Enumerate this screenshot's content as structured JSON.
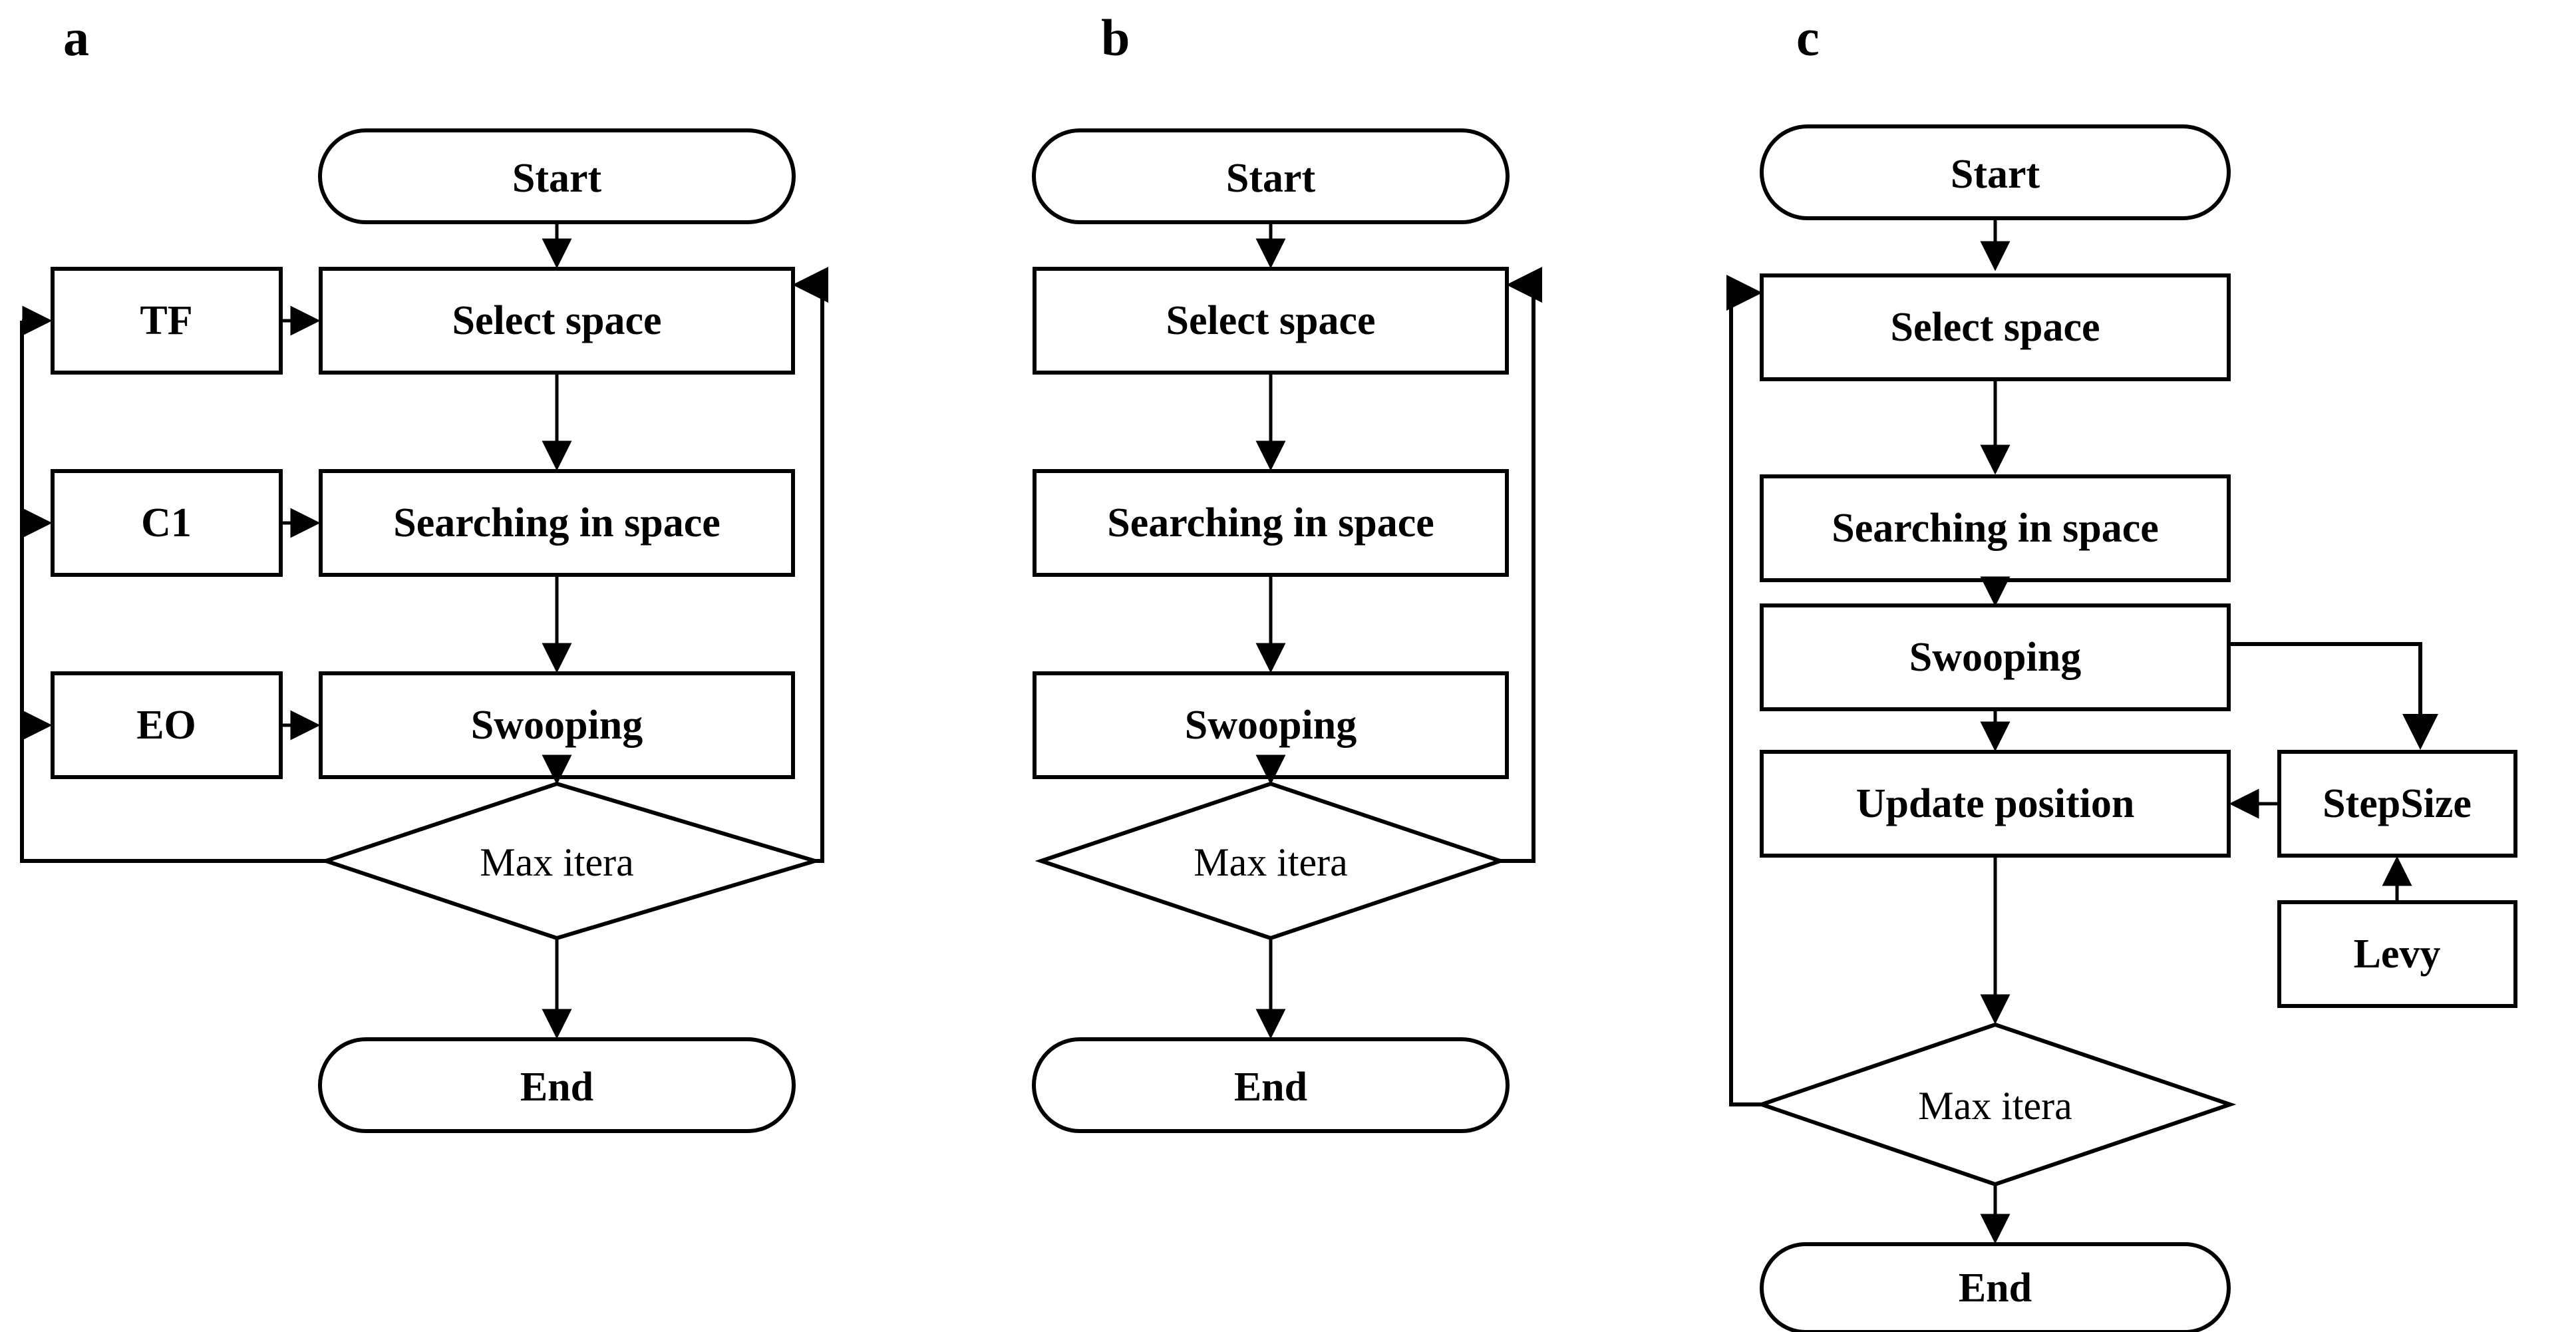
{
  "figure": {
    "type": "flowchart-comparison",
    "background_color": "#ffffff",
    "line_color": "#000000",
    "panels": [
      {
        "id": "a",
        "label": "a",
        "nodes": [
          {
            "key": "start",
            "text": "Start",
            "shape": "terminator"
          },
          {
            "key": "tf",
            "text": "TF",
            "shape": "process"
          },
          {
            "key": "select",
            "text": "Select space",
            "shape": "process"
          },
          {
            "key": "c1",
            "text": "C1",
            "shape": "process"
          },
          {
            "key": "searching",
            "text": "Searching in space",
            "shape": "process"
          },
          {
            "key": "eo",
            "text": "EO",
            "shape": "process"
          },
          {
            "key": "swooping",
            "text": "Swooping",
            "shape": "process"
          },
          {
            "key": "maxitera",
            "text": "Max itera",
            "shape": "decision"
          },
          {
            "key": "end",
            "text": "End",
            "shape": "terminator"
          }
        ],
        "edges": [
          {
            "from": "start",
            "to": "select",
            "kind": "straight-down"
          },
          {
            "from": "tf",
            "to": "select",
            "kind": "straight-right"
          },
          {
            "from": "select",
            "to": "searching",
            "kind": "straight-down"
          },
          {
            "from": "c1",
            "to": "searching",
            "kind": "straight-right"
          },
          {
            "from": "searching",
            "to": "swooping",
            "kind": "straight-down"
          },
          {
            "from": "eo",
            "to": "swooping",
            "kind": "straight-right"
          },
          {
            "from": "swooping",
            "to": "maxitera",
            "kind": "straight-down"
          },
          {
            "from": "maxitera",
            "to": "end",
            "kind": "straight-down"
          },
          {
            "from": "maxitera",
            "to": "select",
            "kind": "feedback-right"
          },
          {
            "from": "maxitera",
            "to": "tf",
            "kind": "feedback-left"
          },
          {
            "from": "maxitera",
            "to": "c1",
            "kind": "feedback-left"
          },
          {
            "from": "maxitera",
            "to": "eo",
            "kind": "feedback-left"
          }
        ]
      },
      {
        "id": "b",
        "label": "b",
        "nodes": [
          {
            "key": "start",
            "text": "Start",
            "shape": "terminator"
          },
          {
            "key": "select",
            "text": "Select space",
            "shape": "process"
          },
          {
            "key": "searching",
            "text": "Searching in space",
            "shape": "process"
          },
          {
            "key": "swooping",
            "text": "Swooping",
            "shape": "process"
          },
          {
            "key": "maxitera",
            "text": "Max itera",
            "shape": "decision"
          },
          {
            "key": "end",
            "text": "End",
            "shape": "terminator"
          }
        ],
        "edges": [
          {
            "from": "start",
            "to": "select",
            "kind": "straight-down"
          },
          {
            "from": "select",
            "to": "searching",
            "kind": "straight-down"
          },
          {
            "from": "searching",
            "to": "swooping",
            "kind": "straight-down"
          },
          {
            "from": "swooping",
            "to": "maxitera",
            "kind": "straight-down"
          },
          {
            "from": "maxitera",
            "to": "end",
            "kind": "straight-down"
          },
          {
            "from": "maxitera",
            "to": "select",
            "kind": "feedback-right"
          }
        ]
      },
      {
        "id": "c",
        "label": "c",
        "nodes": [
          {
            "key": "start",
            "text": "Start",
            "shape": "terminator"
          },
          {
            "key": "select",
            "text": "Select space",
            "shape": "process"
          },
          {
            "key": "searching",
            "text": "Searching in space",
            "shape": "process"
          },
          {
            "key": "swooping",
            "text": "Swooping",
            "shape": "process"
          },
          {
            "key": "update",
            "text": "Update position",
            "shape": "process"
          },
          {
            "key": "stepsize",
            "text": "StepSize",
            "shape": "process"
          },
          {
            "key": "levy",
            "text": "Levy",
            "shape": "process"
          },
          {
            "key": "maxitera",
            "text": "Max itera",
            "shape": "decision"
          },
          {
            "key": "end",
            "text": "End",
            "shape": "terminator"
          }
        ],
        "edges": [
          {
            "from": "start",
            "to": "select",
            "kind": "straight-down"
          },
          {
            "from": "select",
            "to": "searching",
            "kind": "straight-down"
          },
          {
            "from": "searching",
            "to": "swooping",
            "kind": "straight-down"
          },
          {
            "from": "swooping",
            "to": "update",
            "kind": "straight-down"
          },
          {
            "from": "swooping",
            "to": "stepsize",
            "kind": "elbow-right-down"
          },
          {
            "from": "stepsize",
            "to": "update",
            "kind": "straight-left"
          },
          {
            "from": "levy",
            "to": "stepsize",
            "kind": "straight-up"
          },
          {
            "from": "update",
            "to": "maxitera",
            "kind": "straight-down"
          },
          {
            "from": "maxitera",
            "to": "end",
            "kind": "straight-down"
          },
          {
            "from": "maxitera",
            "to": "select",
            "kind": "feedback-left"
          }
        ]
      }
    ]
  }
}
